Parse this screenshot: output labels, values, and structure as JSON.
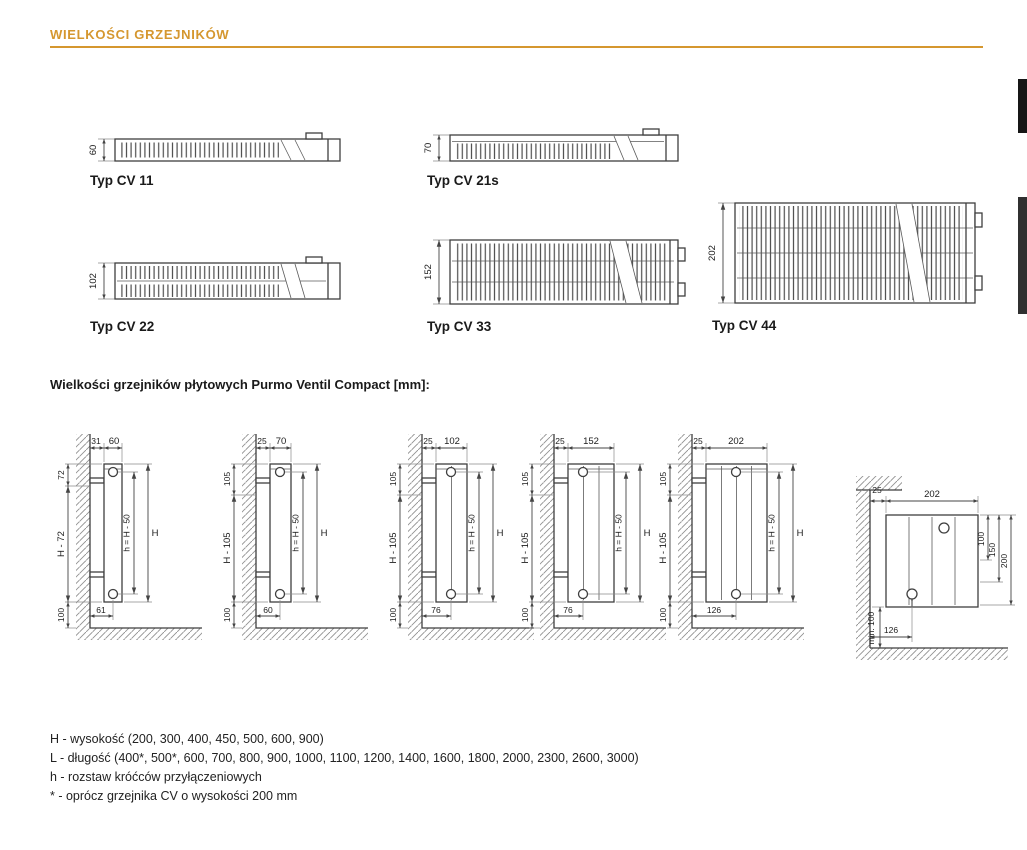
{
  "page": {
    "title": "WIELKOŚCI GRZEJNIKÓW",
    "accent_color": "#D5972F",
    "section_label": "Wielkości grzejników płytowych Purmo Ventil Compact [mm]:"
  },
  "cross_sections": [
    {
      "label": "Typ CV 11",
      "depth": "60"
    },
    {
      "label": "Typ CV 21s",
      "depth": "70"
    },
    {
      "label": "Typ CV 22",
      "depth": "102"
    },
    {
      "label": "Typ CV 33",
      "depth": "152"
    },
    {
      "label": "Typ CV 44",
      "depth": "202"
    }
  ],
  "side_views": [
    {
      "wall_gap": "31",
      "depth": "60",
      "upper": "72",
      "mid": "H - 72",
      "floor": "100",
      "pipes": "h = H - 50",
      "height": "H",
      "connection": "61"
    },
    {
      "wall_gap": "25",
      "depth": "70",
      "upper": "105",
      "mid": "H - 105",
      "floor": "100",
      "pipes": "h = H - 50",
      "height": "H",
      "connection": "60"
    },
    {
      "wall_gap": "25",
      "depth": "102",
      "upper": "105",
      "mid": "H - 105",
      "floor": "100",
      "pipes": "h = H - 50",
      "height": "H",
      "connection": "76"
    },
    {
      "wall_gap": "25",
      "depth": "152",
      "upper": "105",
      "mid": "H - 105",
      "floor": "100",
      "pipes": "h = H - 50",
      "height": "H",
      "connection": "76"
    },
    {
      "wall_gap": "25",
      "depth": "202",
      "upper": "105",
      "mid": "H - 105",
      "floor": "100",
      "pipes": "h = H - 50",
      "height": "H",
      "connection": "126"
    }
  ],
  "detail_view": {
    "wall_gap": "25",
    "depth": "202",
    "clearance_small": "100",
    "clearance_mid": "150",
    "clearance_large": "200",
    "min_floor": "min. 100",
    "connection": "126"
  },
  "legend": [
    "H - wysokość (200, 300, 400, 450, 500, 600, 900)",
    "L - długość (400*, 500*, 600, 700, 800, 900, 1000, 1100, 1200, 1400, 1600, 1800, 2000, 2300, 2600, 3000)",
    "h - rozstaw króćców przyłączeniowych",
    "* - oprócz grzejnika CV o wysokości 200 mm"
  ]
}
